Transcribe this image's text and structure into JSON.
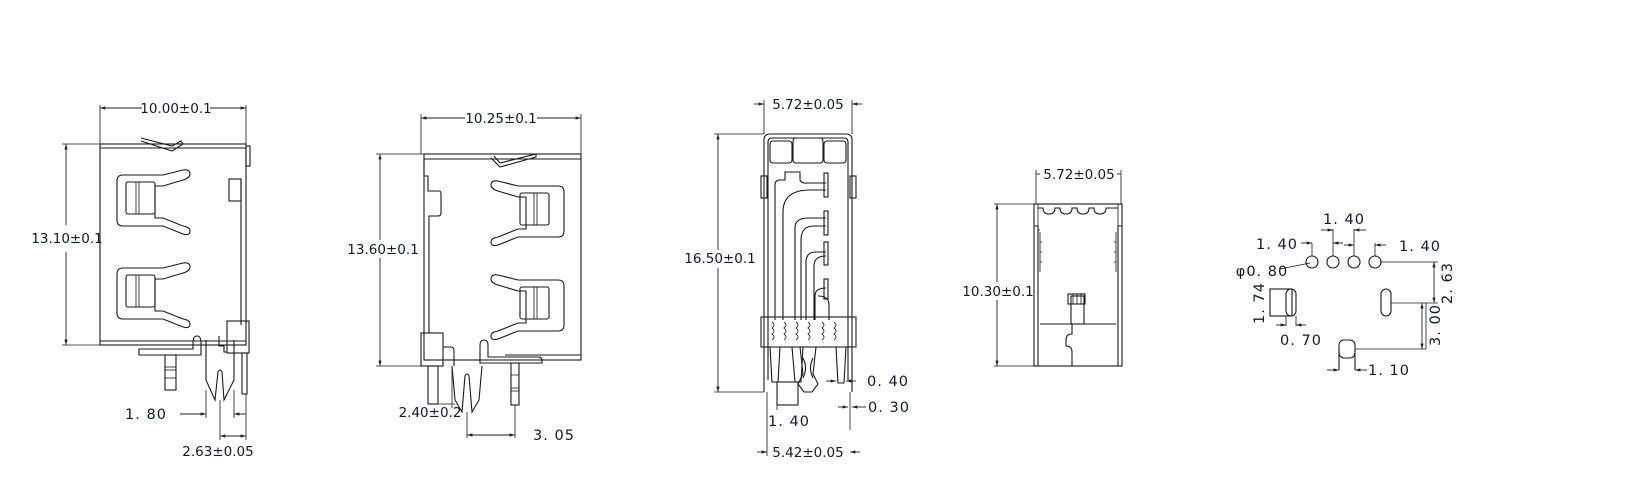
{
  "drawing": {
    "colors": {
      "line": "#1a1a1a",
      "text": "#111a2e",
      "background": "#ffffff"
    },
    "views": [
      {
        "name": "front-view",
        "dimensions": {
          "width": "10.00±0.1",
          "height": "13.10±0.1",
          "pin_gap": "1. 80",
          "pin_offset": "2.63±0.05"
        }
      },
      {
        "name": "rear-view",
        "dimensions": {
          "width": "10.25±0.1",
          "height": "13.60±0.1",
          "leg_length": "2.40±0.2",
          "pin_offset": "3. 05"
        }
      },
      {
        "name": "side-view",
        "dimensions": {
          "top_width": "5.72±0.05",
          "height": "16.50±0.1",
          "pin_pitch": "1. 40",
          "pin_width": "0. 40",
          "shell_thickness": "0. 30",
          "bottom_width": "5.42±0.05"
        }
      },
      {
        "name": "end-view",
        "dimensions": {
          "width": "5.72±0.05",
          "height": "10.30±0.1"
        }
      },
      {
        "name": "pcb-footprint",
        "dimensions": {
          "pitch_center": "1. 40",
          "pitch_left": "1. 40",
          "pitch_right": "1. 40",
          "hole_diameter": "φ0. 80",
          "slot_length": "1. 74",
          "slot_width": "0. 70",
          "row_offset_1": "2. 63",
          "row_offset_2": "3. 00",
          "slot_width_2": "1. 10"
        }
      }
    ]
  }
}
